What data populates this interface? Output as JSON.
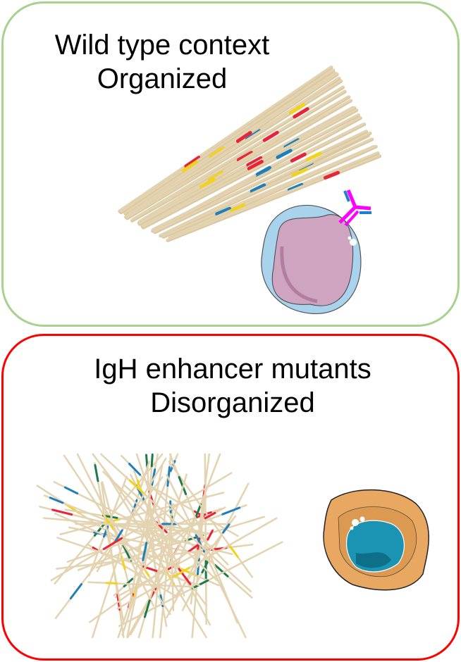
{
  "panels": [
    {
      "title_line1": "Wild type context",
      "title_line2": "Organized",
      "border_color": "#a9d18e"
    },
    {
      "title_line1": "IgH enhancer mutants",
      "title_line2": "Disorganized",
      "border_color": "#ff0000"
    }
  ],
  "colors": {
    "stick": "#e3d3b0",
    "red": "#e8243a",
    "blue": "#1f7fb8",
    "yellow": "#f2d21a",
    "green": "#1f7a4a"
  }
}
